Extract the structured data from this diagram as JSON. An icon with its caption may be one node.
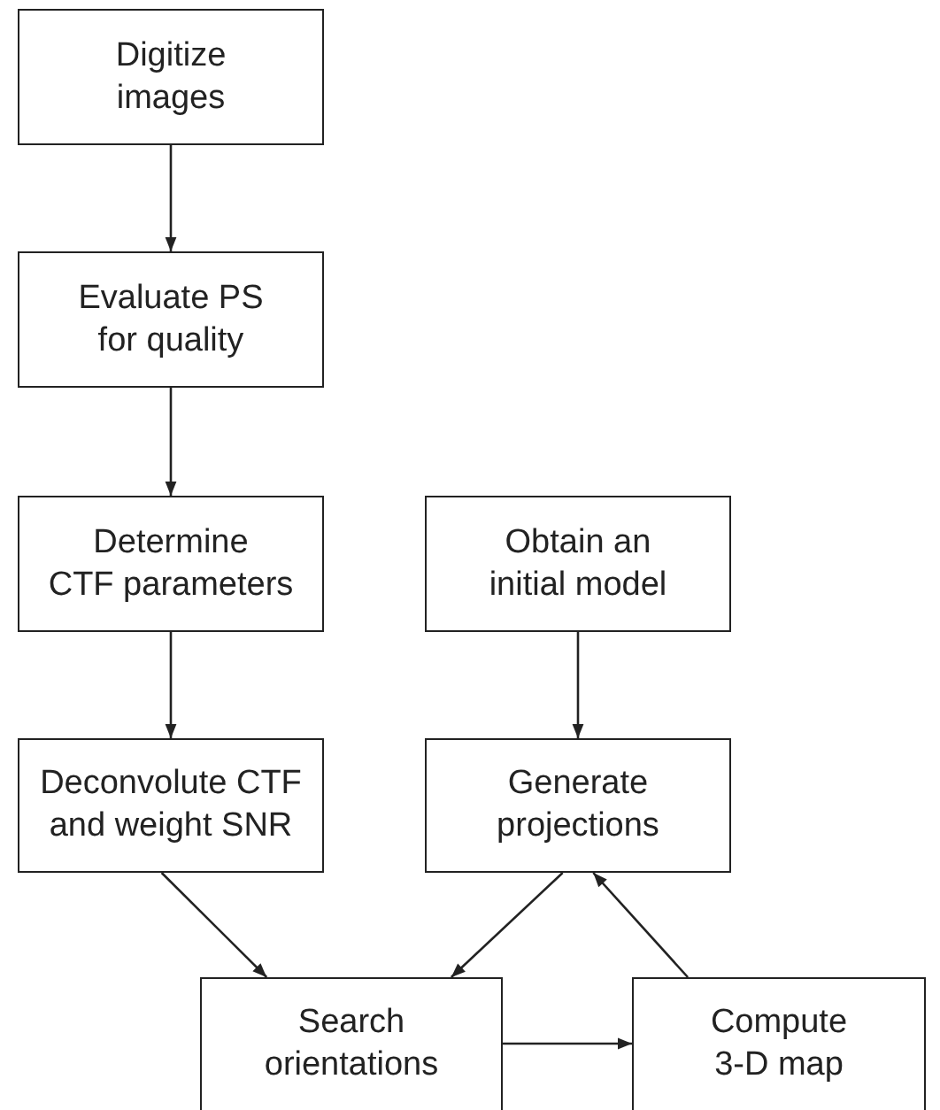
{
  "diagram": {
    "nodes": [
      {
        "text": [
          "Digitize images"
        ]
      },
      {
        "text": [
          "Evaluate PS for quality"
        ]
      },
      {
        "text": [
          "Determine CTF parameters"
        ]
      },
      {
        "text": [
          "Obtain an initial model"
        ]
      },
      {
        "text": [
          "Deconvolute CTF and weight SNR"
        ]
      },
      {
        "text": [
          "Generate projections"
        ]
      },
      {
        "text": [
          "Search orientations"
        ]
      },
      {
        "text": [
          "Compute 3-D map"
        ]
      }
    ],
    "edges": [
      {
        "from": 0,
        "to": 1,
        "arrow": "to"
      },
      {
        "from": 1,
        "to": 2,
        "arrow": "to"
      },
      {
        "from": 2,
        "to": 4,
        "arrow": "to"
      },
      {
        "from": 3,
        "to": 5,
        "arrow": "to"
      },
      {
        "from": 4,
        "to": 6,
        "arrow": "to"
      },
      {
        "from": 5,
        "to": 6,
        "arrow": "to"
      },
      {
        "from": 6,
        "to": 7,
        "arrow": "to"
      },
      {
        "from": 7,
        "to": 5,
        "arrow": "to"
      }
    ]
  }
}
